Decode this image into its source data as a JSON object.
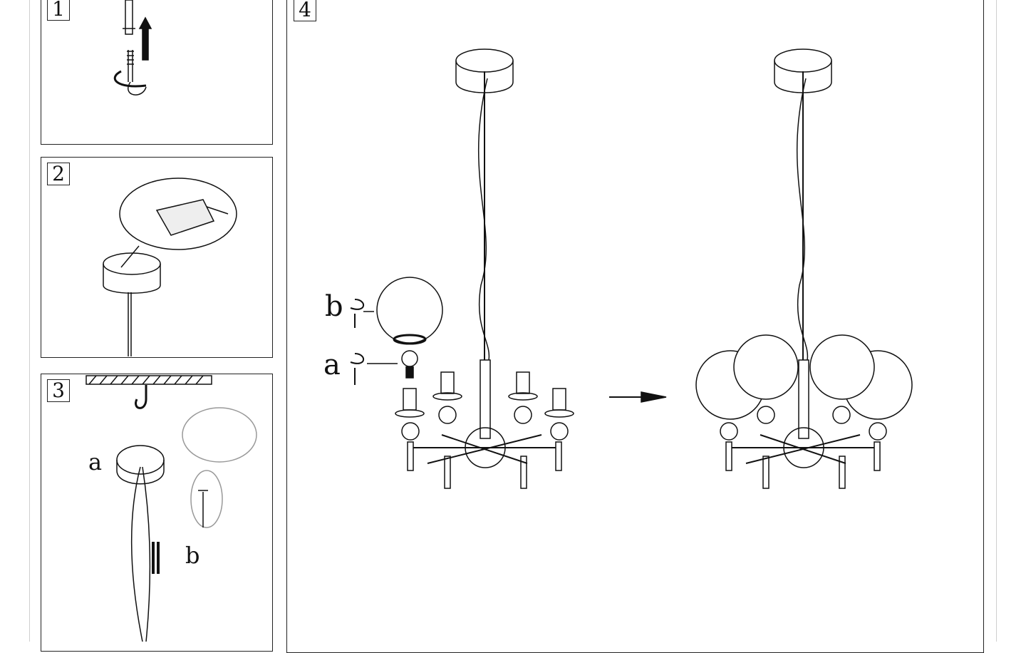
{
  "steps": [
    {
      "number": "1"
    },
    {
      "number": "2"
    },
    {
      "number": "3",
      "labels": {
        "a": "a",
        "b": "b"
      }
    },
    {
      "number": "4",
      "labels": {
        "b": "b",
        "a": "a"
      }
    }
  ]
}
